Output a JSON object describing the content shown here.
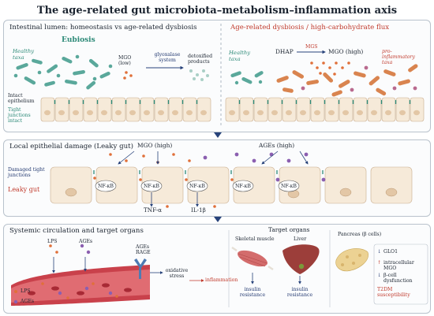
{
  "title": "The age-related gut microbiota–metabolism–inflammation axis",
  "panel1": {
    "left_title": "Intestinal lumen: homeostasis vs age-related dysbiosis",
    "right_title": "Age-related dysbiosis / high-carbohydrate flux",
    "eubiosis": "Eubiosis",
    "healthy_taxa_left": "Healthy taxa",
    "healthy_taxa_right": "Healthy taxa",
    "mgo_low": "MGO (low)",
    "glyoxalase": "glyoxalase system",
    "detoxified": "detoxified products",
    "dhap": "DHAP",
    "mgs": "MGS",
    "mgo_high": "MGO (high)",
    "proinflammatory": "pro-inflammatory taxa",
    "intact_epithelium": "Intact epithelium",
    "tight_junctions_intact": "Tight junctions intact"
  },
  "panel2": {
    "title": "Local epithelial damage (Leaky gut)",
    "mgo_high": "MGO (high)",
    "ages_high": "AGEs (high)",
    "damaged_tj": "Damaged tight junctions",
    "leaky_gut": "Leaky gut",
    "nfkb": [
      "NF-κB",
      "NF-κB",
      "NF-κB",
      "NF-κB",
      "NF-κB"
    ],
    "tnf": "TNF-α",
    "il1b": "IL-1β"
  },
  "panel3": {
    "title": "Systemic circulation and target organs",
    "lps": "LPS",
    "ages": "AGEs",
    "ages_rage": "AGEs RAGE",
    "oxidative_stress": "oxidative stress",
    "inflammation": "inflammation",
    "legend_lps": "LPS",
    "legend_ages": "AGEs",
    "target_organs": "Target organs",
    "skeletal_muscle": "Skeletal muscle",
    "liver": "Liver",
    "pancreas": "Pancreas (β cells)",
    "insulin_resistance_1": "insulin resistance",
    "insulin_resistance_2": "insulin resistance",
    "glo1": "GLO1",
    "intracellular_mgo": "intracellular MGO",
    "beta_dysfunction": "β-cell dysfunction",
    "t2dm": "T2DM susceptibility",
    "down_arrow": "↓",
    "up_arrow": "↑"
  },
  "colors": {
    "teal_bacteria": "#5aa89b",
    "orange_bacteria": "#d9844f",
    "mgo_dot": "#e0703a",
    "ages_star": "#8b5fb0",
    "epithelium": "#f6ead9",
    "nucleus": "#e3c7a6",
    "blood": "#c9414b"
  }
}
